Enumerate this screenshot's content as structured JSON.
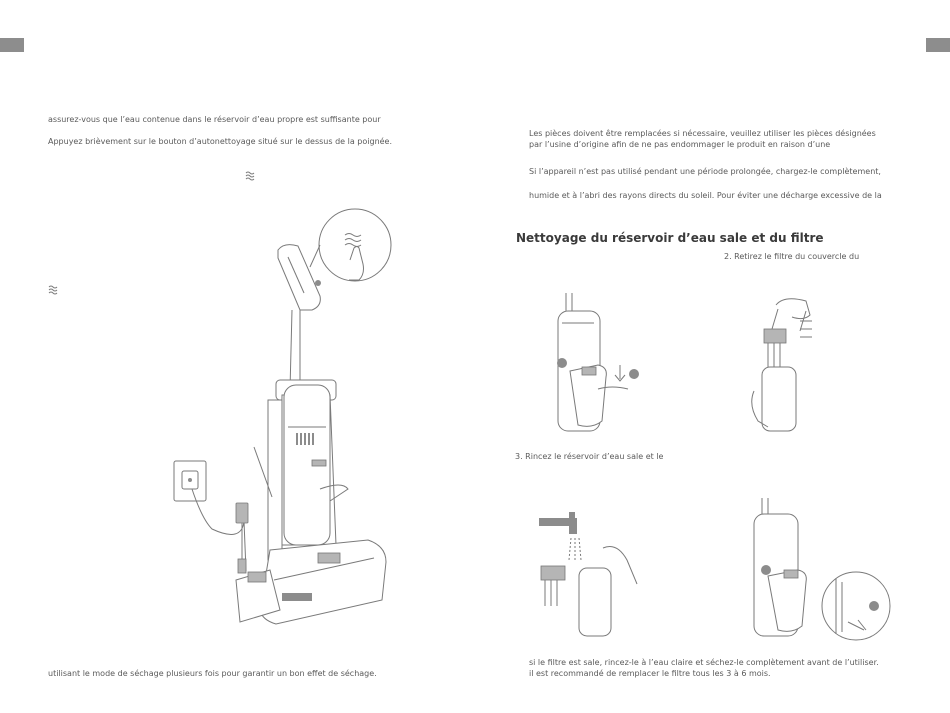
{
  "left": {
    "line1": "assurez-vous que l’eau contenue dans le réservoir d’eau propre est suffisante pour",
    "line2": "Appuyez brièvement sur le bouton d’autonettoyage  situé sur le dessus de la poignée.",
    "bottom": "utilisant le mode de séchage plusieurs fois pour garantir un bon effet de séchage."
  },
  "right": {
    "p1": "Les pièces doivent être remplacées si nécessaire, veuillez utiliser les pièces désignées",
    "p2": "par l’usine d’origine afin de ne pas endommager le produit en raison d’une",
    "p3": "Si l’appareil n’est pas utilisé pendant une période prolongée, chargez-le complètement,",
    "p4": "humide et à l’abri des rayons directs du soleil. Pour éviter une décharge excessive de la",
    "heading": "Nettoyage du réservoir d’eau sale et du filtre",
    "step2": "2. Retirez le filtre du couvercle du",
    "step3": "3. Rincez le réservoir d’eau sale et le",
    "bottom1": "si le filtre est sale, rincez-le à l’eau claire et séchez-le complètement avant de l’utiliser.",
    "bottom2": "il est recommandé de remplacer le filtre tous les 3 à 6 mois."
  },
  "icons": [
    "self-clean-icon",
    "self-clean-icon",
    "arrow-down-icon"
  ]
}
